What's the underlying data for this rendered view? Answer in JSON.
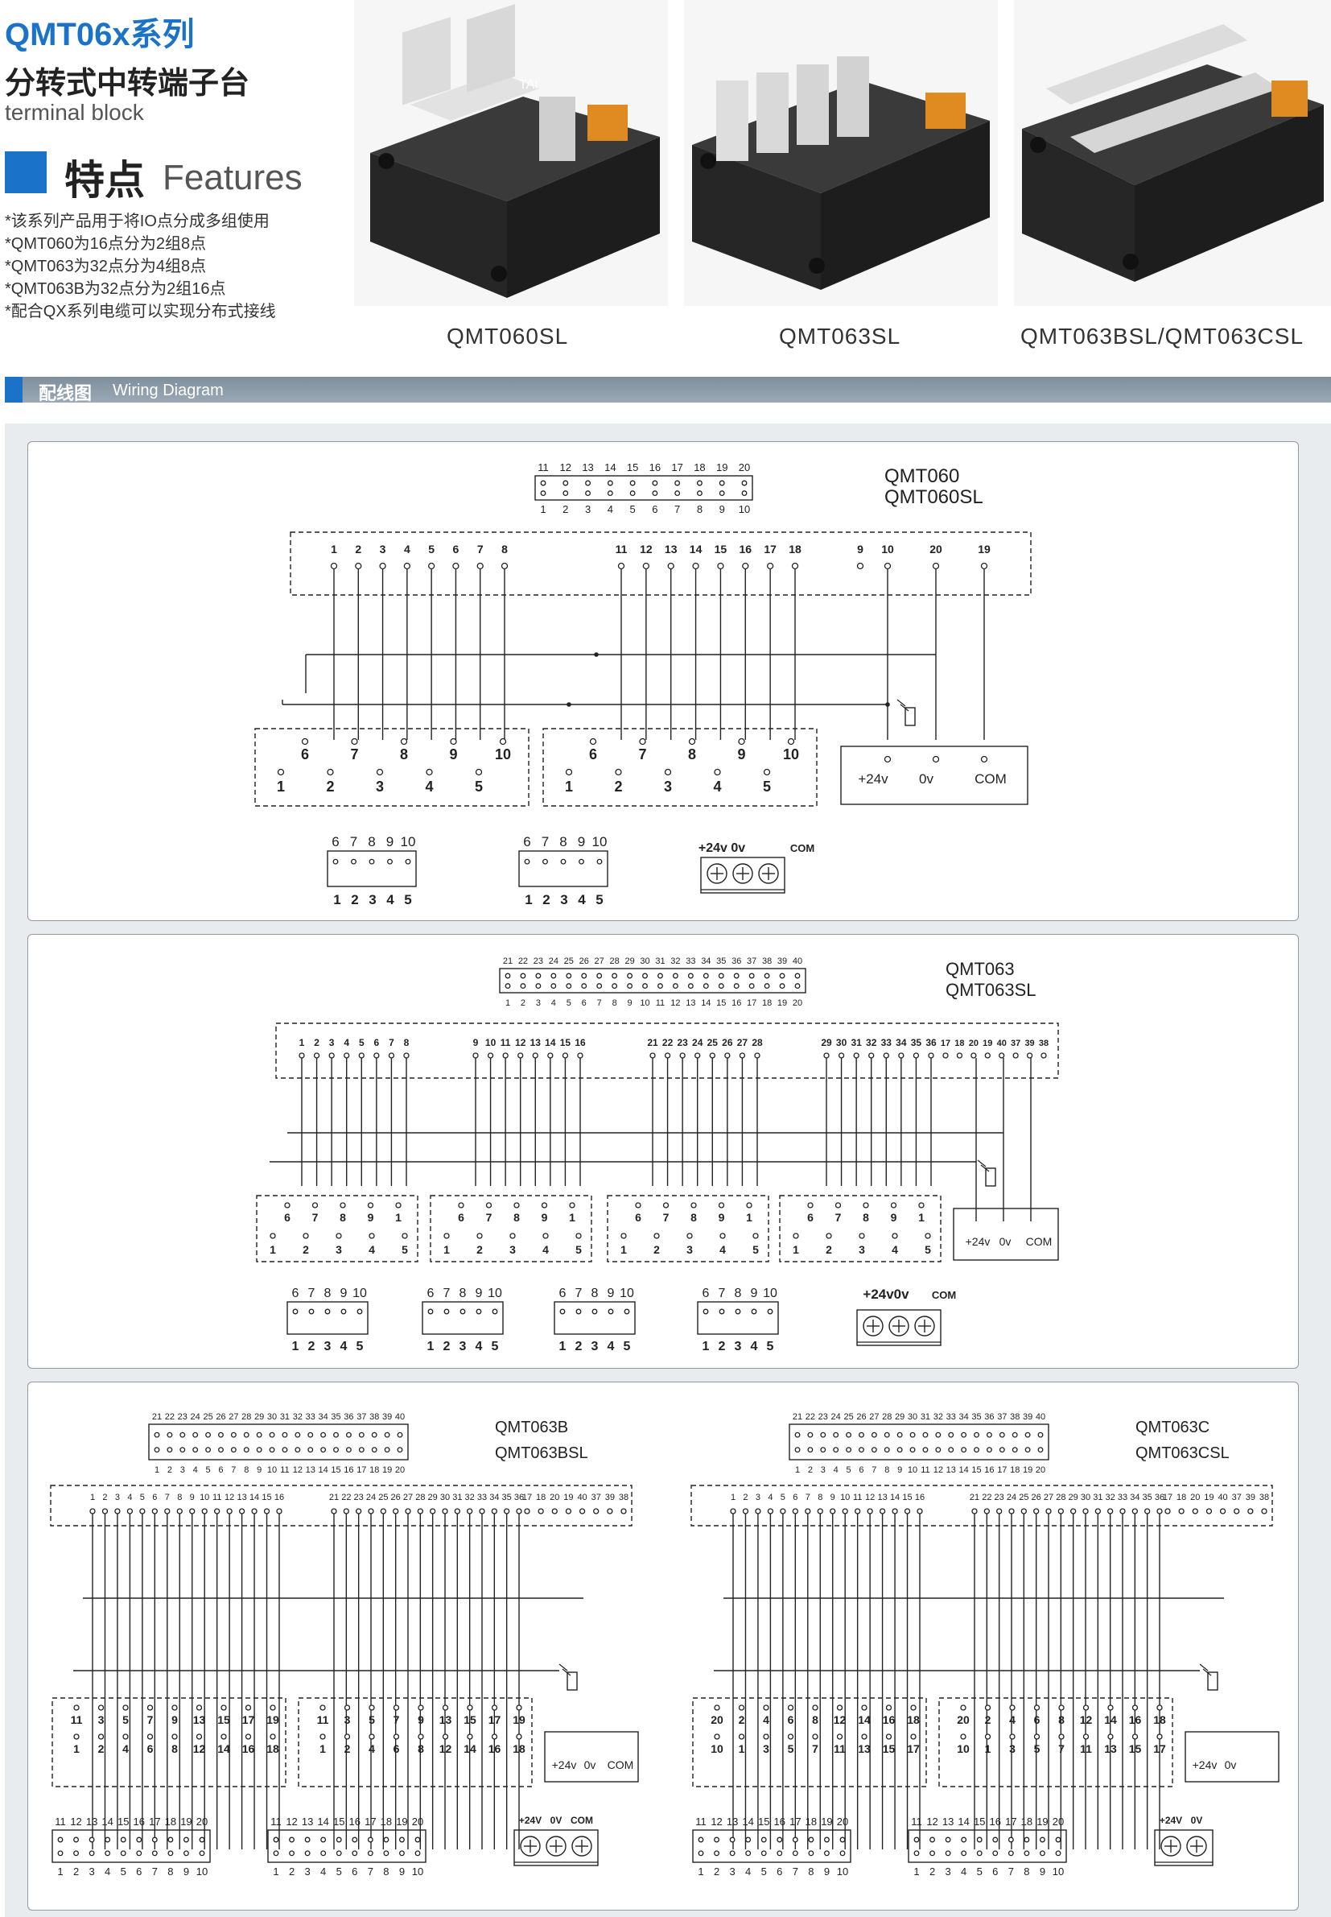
{
  "header": {
    "title": "QMT06x系列",
    "subtitle": "分转式中转端子台",
    "subtitle_en": "terminal block"
  },
  "features": {
    "title_cn": "特点",
    "title_en": "Features",
    "lines": [
      "*该系列产品用于将IO点分成多组使用",
      "*QMT060为16点分为2组8点",
      "*QMT063为32点分为4组8点",
      "*QMT063B为32点分为2组16点",
      "*配合QX系列电缆可以实现分布式接线"
    ]
  },
  "products": [
    {
      "label": "QMT060SL"
    },
    {
      "label": "QMT063SL"
    },
    {
      "label": "QMT063BSL/QMT063CSL"
    }
  ],
  "section_bar": {
    "title_cn": "配线图",
    "title_en": "Wiring Diagram"
  },
  "diagrams": {
    "qmt060": {
      "model_lines": [
        "QMT060",
        "QMT060SL"
      ],
      "connector_top": [
        "11",
        "12",
        "13",
        "14",
        "15",
        "16",
        "17",
        "18",
        "19",
        "20"
      ],
      "connector_bottom": [
        "1",
        "2",
        "3",
        "4",
        "5",
        "6",
        "7",
        "8",
        "9",
        "10"
      ],
      "group1_pins": [
        "1",
        "2",
        "3",
        "4",
        "5",
        "6",
        "7",
        "8"
      ],
      "group2_pins": [
        "11",
        "12",
        "13",
        "14",
        "15",
        "16",
        "17",
        "18"
      ],
      "special_pins": [
        "9",
        "10",
        "20",
        "19"
      ],
      "sub_top": [
        "6",
        "7",
        "8",
        "9",
        "10"
      ],
      "sub_bottom": [
        "1",
        "2",
        "3",
        "4",
        "5"
      ],
      "power_labels": [
        "+24v",
        "0v",
        "COM"
      ]
    },
    "qmt063": {
      "model_lines": [
        "QMT063",
        "QMT063SL"
      ],
      "connector_top": [
        "21",
        "22",
        "23",
        "24",
        "25",
        "26",
        "27",
        "28",
        "29",
        "30",
        "31",
        "32",
        "33",
        "34",
        "35",
        "36",
        "37",
        "38",
        "39",
        "40"
      ],
      "connector_bottom": [
        "1",
        "2",
        "3",
        "4",
        "5",
        "6",
        "7",
        "8",
        "9",
        "10",
        "11",
        "12",
        "13",
        "14",
        "15",
        "16",
        "17",
        "18",
        "19",
        "20"
      ],
      "group_pins": [
        [
          "1",
          "2",
          "3",
          "4",
          "5",
          "6",
          "7",
          "8"
        ],
        [
          "9",
          "10",
          "11",
          "12",
          "13",
          "14",
          "15",
          "16"
        ],
        [
          "21",
          "22",
          "23",
          "24",
          "25",
          "26",
          "27",
          "28"
        ],
        [
          "29",
          "30",
          "31",
          "32",
          "33",
          "34",
          "35",
          "36"
        ]
      ],
      "special_pins": [
        "17",
        "18",
        "20",
        "19",
        "40",
        "37",
        "39",
        "38"
      ],
      "sub_top": [
        "6",
        "7",
        "8",
        "9",
        "1"
      ],
      "sub_bottom": [
        "1",
        "2",
        "3",
        "4",
        "5"
      ],
      "conn_top": [
        "6",
        "7",
        "8",
        "9",
        "10"
      ],
      "conn_bottom": [
        "1",
        "2",
        "3",
        "4",
        "5"
      ],
      "power_labels": [
        "+24v",
        "0v",
        "COM"
      ],
      "power_header": "+24v0v"
    },
    "qmt063b": {
      "model_lines": [
        "QMT063B",
        "QMT063BSL"
      ],
      "group1_pins": [
        "1",
        "2",
        "3",
        "4",
        "5",
        "6",
        "7",
        "8",
        "9",
        "10",
        "11",
        "12",
        "13",
        "14",
        "15",
        "16"
      ],
      "group2_pins": [
        "21",
        "22",
        "23",
        "24",
        "25",
        "26",
        "27",
        "28",
        "29",
        "30",
        "31",
        "32",
        "33",
        "34",
        "35",
        "36"
      ],
      "special_pins": [
        "17",
        "18",
        "20",
        "19",
        "40",
        "37",
        "39",
        "38"
      ],
      "sub_top": [
        "11",
        "3",
        "5",
        "7",
        "9",
        "13",
        "15",
        "17",
        "19"
      ],
      "sub_bottom": [
        "1",
        "2",
        "4",
        "6",
        "8",
        "12",
        "14",
        "16",
        "18"
      ],
      "conn_top": [
        "11",
        "12",
        "13",
        "14",
        "15",
        "16",
        "17",
        "18",
        "19",
        "20"
      ],
      "conn_bottom": [
        "1",
        "2",
        "3",
        "4",
        "5",
        "6",
        "7",
        "8",
        "9",
        "10"
      ],
      "power_labels": [
        "+24v",
        "0v",
        "COM"
      ],
      "power_header": [
        "+24V",
        "0V",
        "COM"
      ]
    },
    "qmt063c": {
      "model_lines": [
        "QMT063C",
        "QMT063CSL"
      ],
      "sub_top": [
        "20",
        "2",
        "4",
        "6",
        "8",
        "12",
        "14",
        "16",
        "18"
      ],
      "sub_bottom": [
        "10",
        "1",
        "3",
        "5",
        "7",
        "11",
        "13",
        "15",
        "17"
      ],
      "power_labels": [
        "+24v",
        "0v"
      ],
      "power_header": [
        "+24V",
        "0V"
      ]
    }
  },
  "colors": {
    "brand_blue": "#1a73c8",
    "bar_gray": "#8b9aa7",
    "panel_border": "#8f9aa4"
  }
}
